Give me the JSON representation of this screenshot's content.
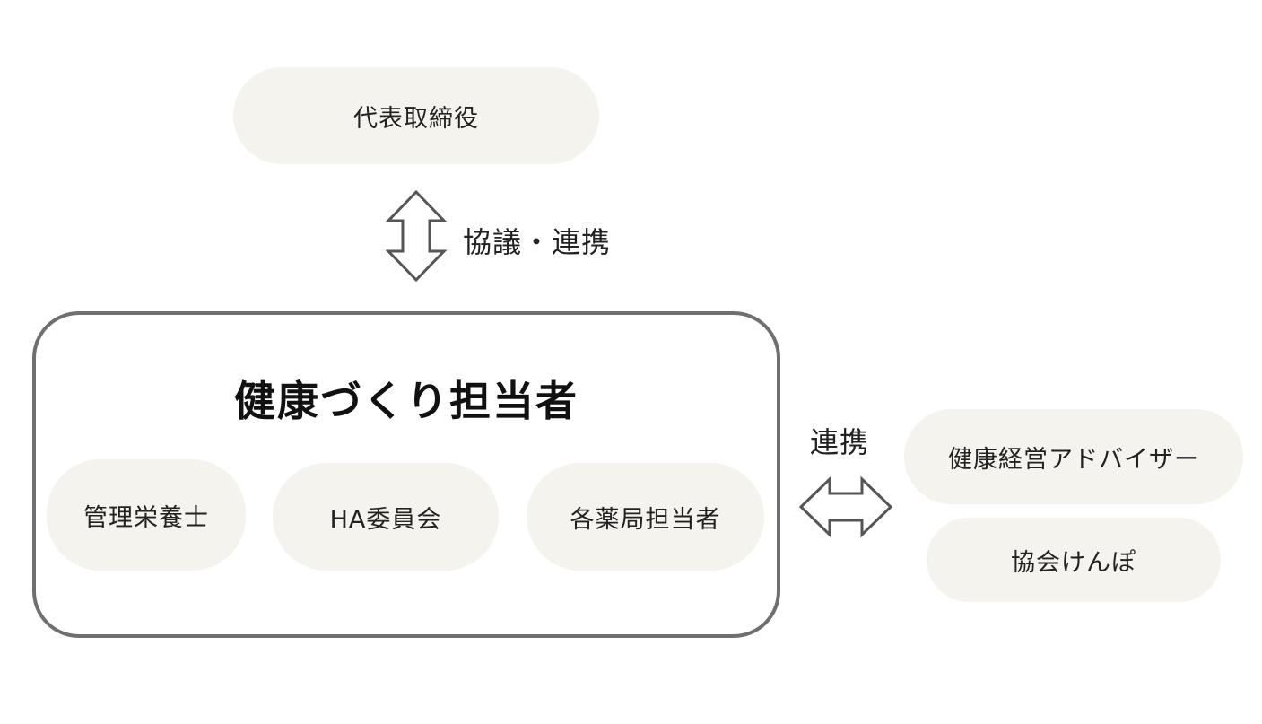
{
  "top_node": {
    "label": "代表取締役"
  },
  "vertical_connector": {
    "label": "協議・連携"
  },
  "group": {
    "title": "健康づくり担当者",
    "members": [
      "管理栄養士",
      "HA委員会",
      "各薬局担当者"
    ]
  },
  "horizontal_connector": {
    "label": "連携"
  },
  "partners": [
    "健康経営アドバイザー",
    "協会けんぽ"
  ],
  "colors": {
    "pill_fill": "#f5f3ee",
    "group_border": "#6f6f6f",
    "arrow_stroke": "#555555"
  }
}
